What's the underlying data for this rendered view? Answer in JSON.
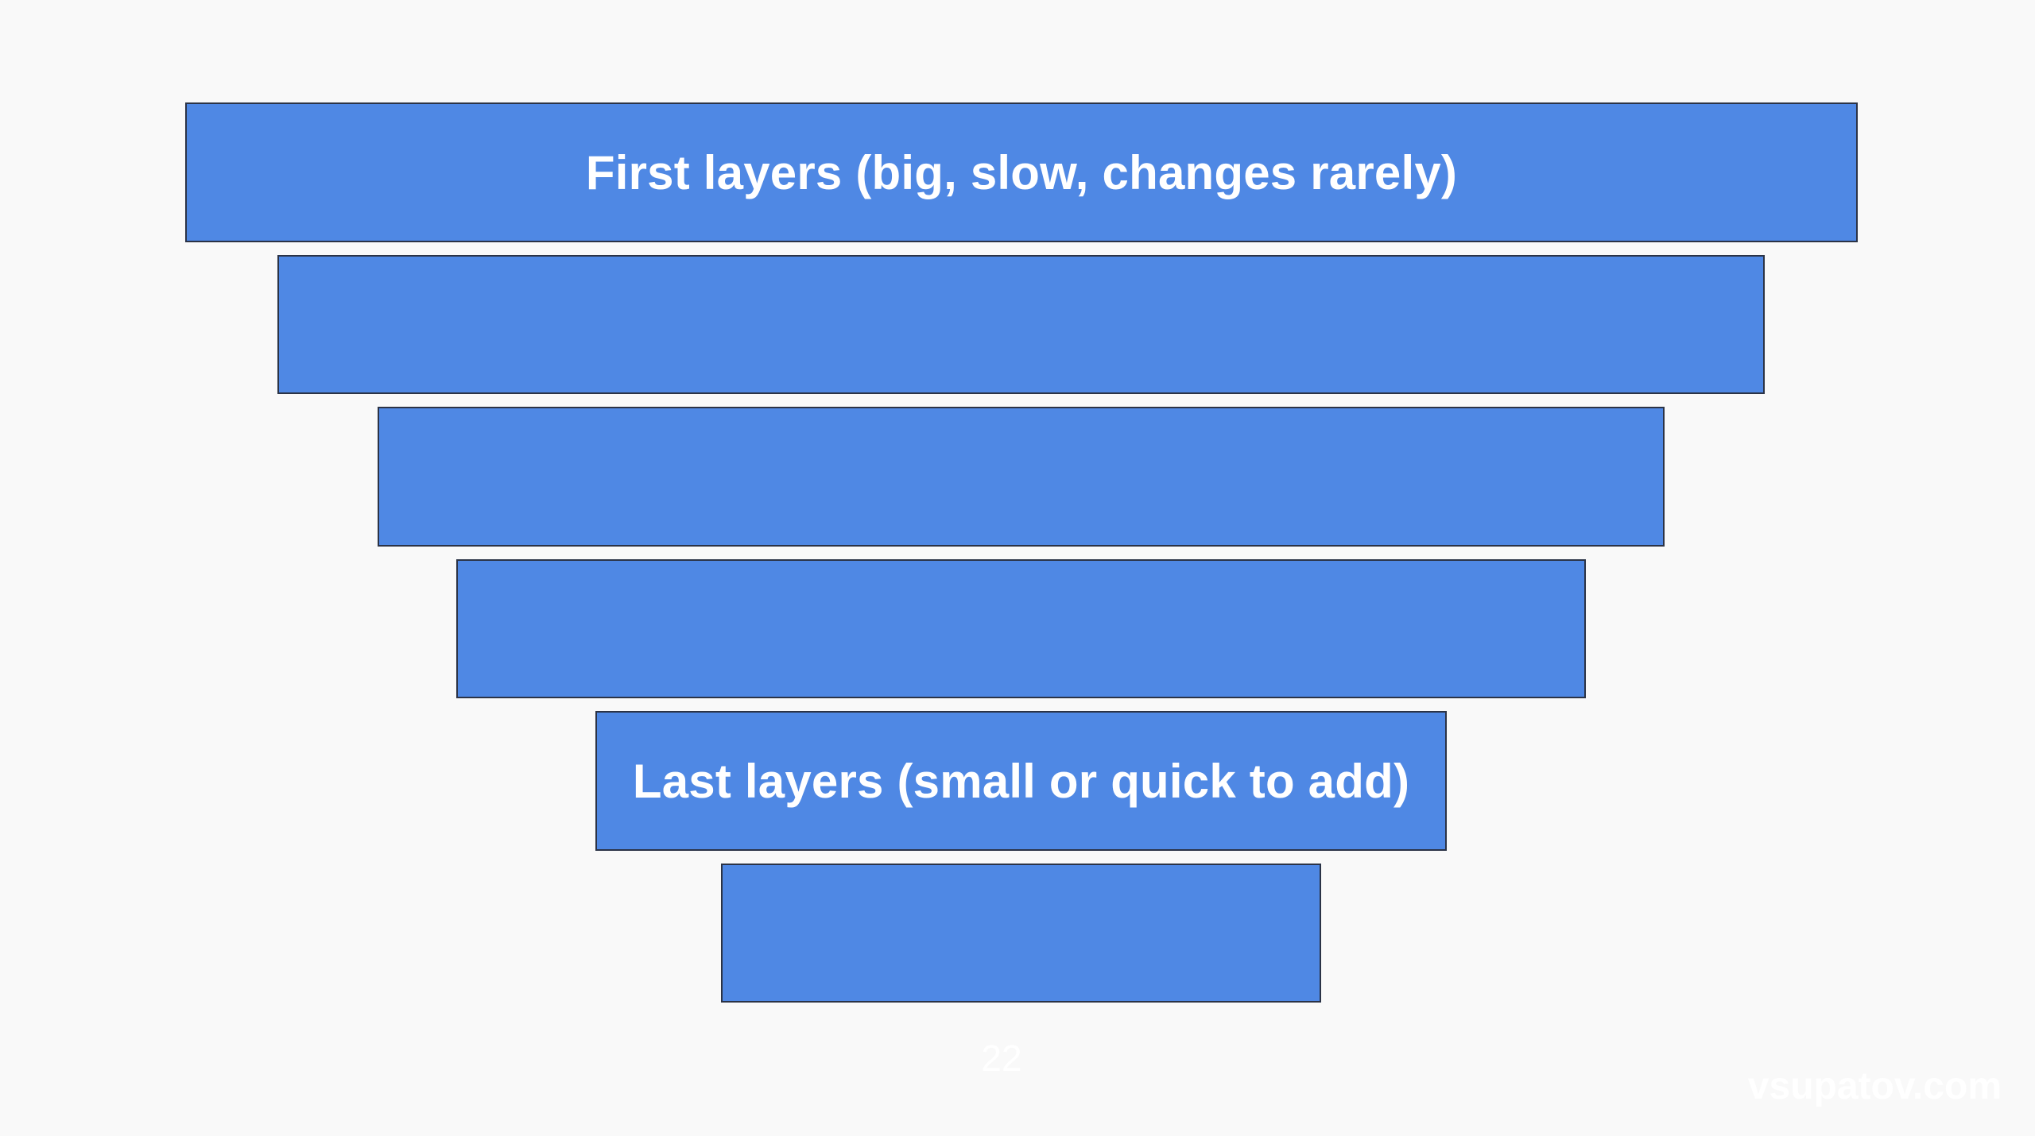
{
  "slide": {
    "background_color": "#f9f9f9",
    "page_number": "22",
    "watermark": "vsupatov.com"
  },
  "funnel": {
    "fill_color": "#4f88e4",
    "border_color": "#2b3346",
    "layers": [
      {
        "label": "First layers (big, slow, changes rarely)"
      },
      {
        "label": ""
      },
      {
        "label": ""
      },
      {
        "label": ""
      },
      {
        "label": "Last layers (small or quick to add)"
      },
      {
        "label": ""
      }
    ]
  }
}
